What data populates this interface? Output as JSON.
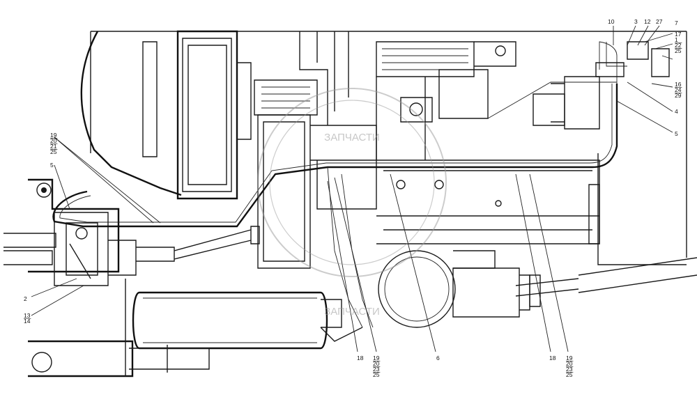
{
  "watermark": {
    "text": "ЗАПЧАСТИ"
  },
  "labels": [
    {
      "id": "lbl-1",
      "lines": [
        "1",
        "22",
        "25"
      ]
    },
    {
      "id": "lbl-2",
      "lines": [
        "2"
      ]
    },
    {
      "id": "lbl-3",
      "lines": [
        "3"
      ]
    },
    {
      "id": "lbl-4",
      "lines": [
        "4"
      ]
    },
    {
      "id": "lbl-5a",
      "lines": [
        "5"
      ]
    },
    {
      "id": "lbl-5b",
      "lines": [
        "5"
      ]
    },
    {
      "id": "lbl-6",
      "lines": [
        "6"
      ]
    },
    {
      "id": "lbl-7",
      "lines": [
        "7"
      ]
    },
    {
      "id": "lbl-10",
      "lines": [
        "10"
      ]
    },
    {
      "id": "lbl-12",
      "lines": [
        "12"
      ]
    },
    {
      "id": "lbl-13",
      "lines": [
        "13",
        "14"
      ]
    },
    {
      "id": "lbl-16",
      "lines": [
        "16",
        "24",
        "29"
      ]
    },
    {
      "id": "lbl-17",
      "lines": [
        "17"
      ]
    },
    {
      "id": "lbl-18a",
      "lines": [
        "18"
      ]
    },
    {
      "id": "lbl-18b",
      "lines": [
        "18"
      ]
    },
    {
      "id": "lbl-19a",
      "lines": [
        "19",
        "20",
        "21",
        "25"
      ]
    },
    {
      "id": "lbl-19b",
      "lines": [
        "19",
        "20",
        "23",
        "25"
      ]
    },
    {
      "id": "lbl-19c",
      "lines": [
        "19",
        "20",
        "23",
        "25"
      ]
    },
    {
      "id": "lbl-27",
      "lines": [
        "27"
      ]
    }
  ]
}
